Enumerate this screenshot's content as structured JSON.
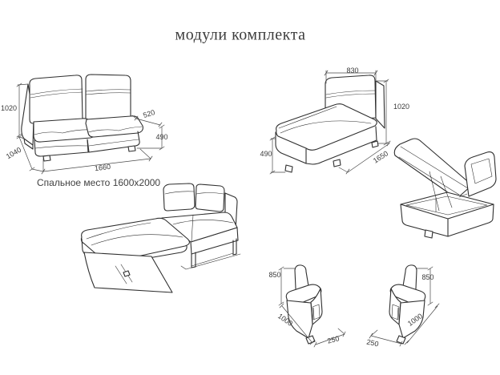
{
  "title": "модули комплекта",
  "sofa": {
    "caption": "Спальное место 1600x2000",
    "dims": {
      "height": "1020",
      "depth": "1040",
      "width": "1660",
      "seat_depth": "520",
      "seat_height": "490"
    }
  },
  "chaise": {
    "dims": {
      "back_width": "830",
      "height": "1020",
      "seat_height": "490",
      "length": "1650"
    }
  },
  "armrest_left": {
    "dims": {
      "height": "850",
      "depth": "1000",
      "width": "250"
    }
  },
  "armrest_right": {
    "dims": {
      "height": "850",
      "depth": "1000",
      "width": "250"
    }
  },
  "colors": {
    "line": "#2f2f2f",
    "dimension_line": "#4a4a4a",
    "text": "#3a3a3a",
    "background": "#ffffff"
  }
}
